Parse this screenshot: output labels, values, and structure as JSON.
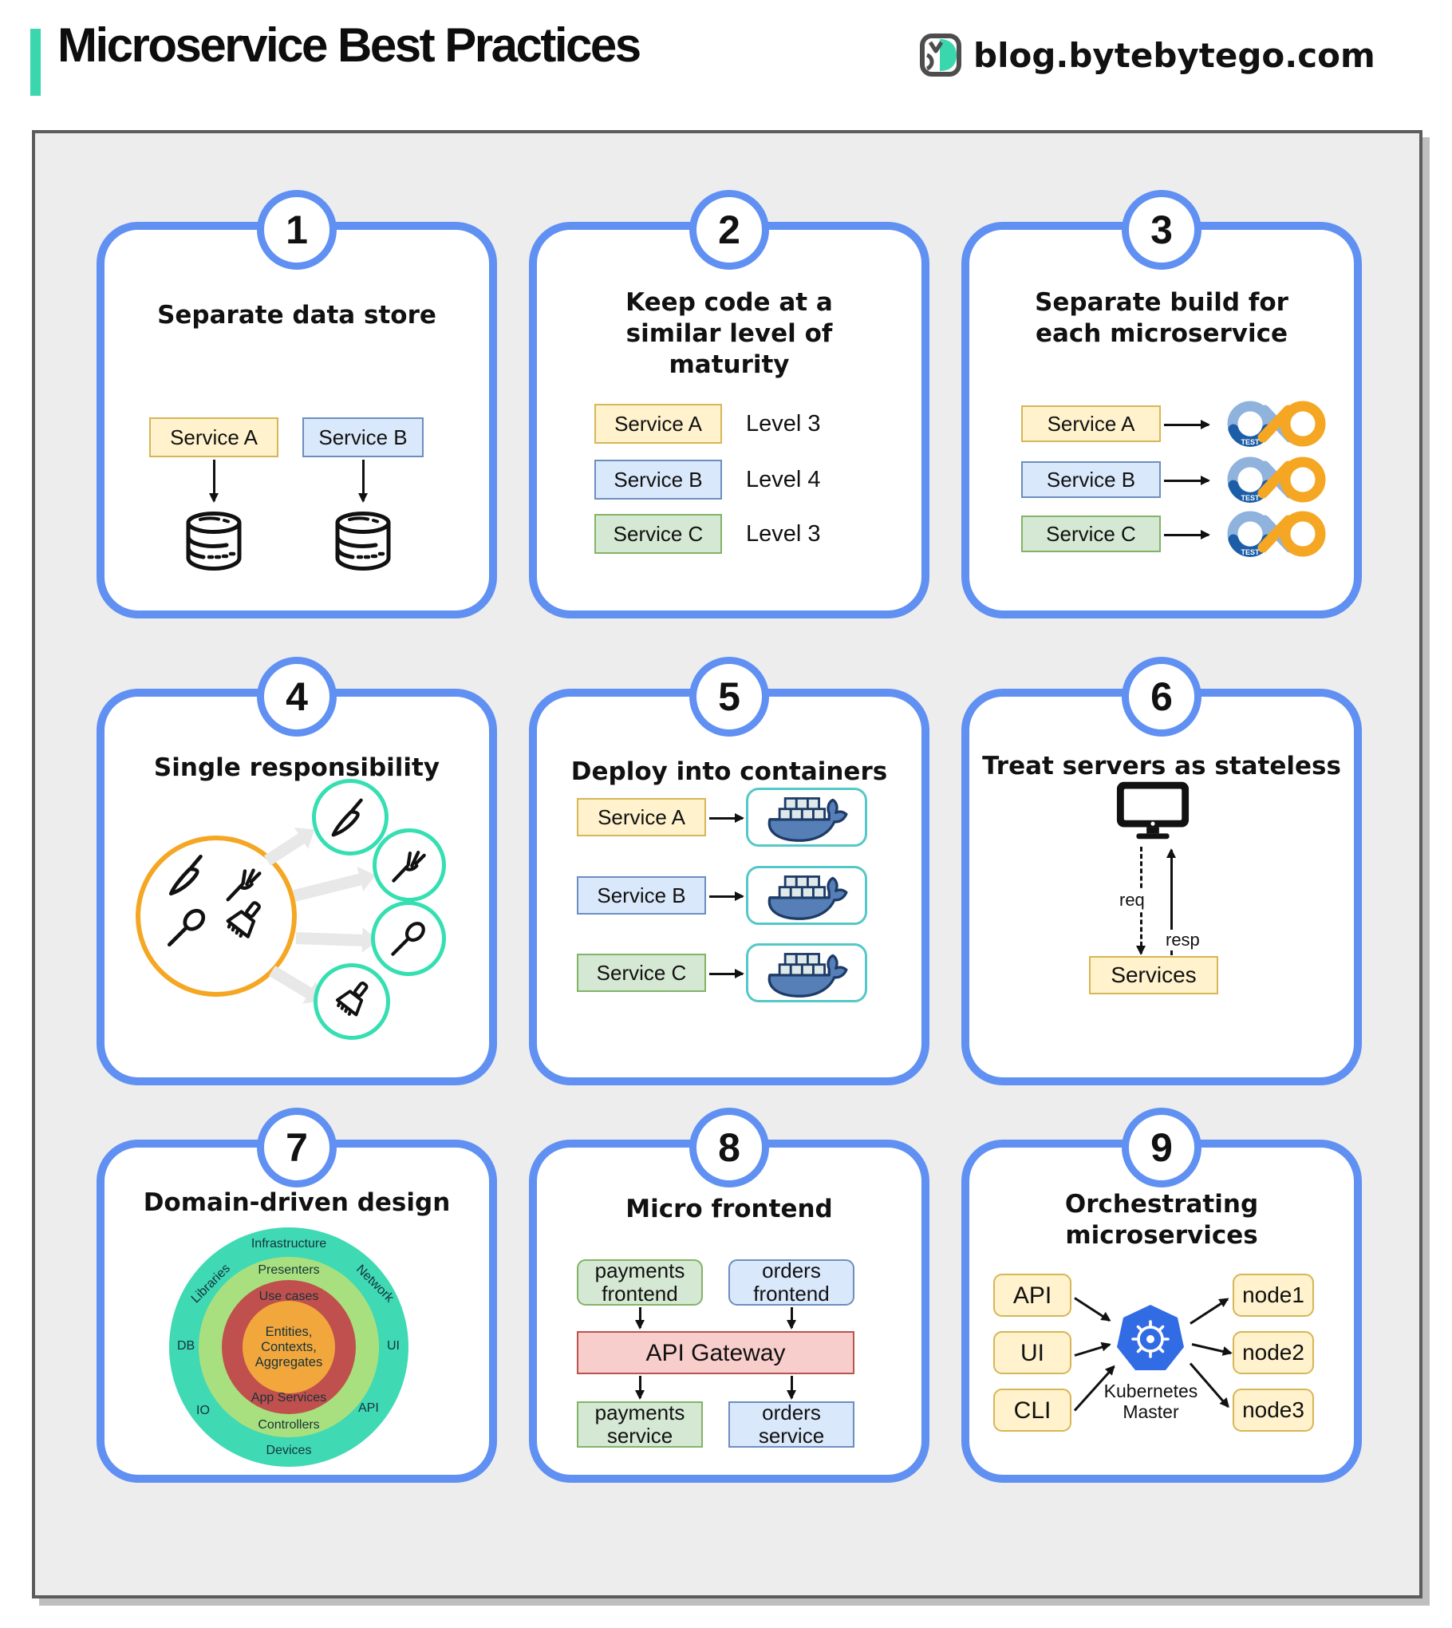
{
  "header": {
    "title": "Microservice Best Practices",
    "site": "blog.bytebytego.com"
  },
  "colors": {
    "accent": "#3ad6ad",
    "canvas_bg": "#ededee",
    "canvas_border": "#5c5c5c",
    "card_border": "#6090f2",
    "yellow_fill": "#fff2cc",
    "yellow_stroke": "#d6b656",
    "blue_fill": "#dae8fc",
    "blue_stroke": "#6c8ebf",
    "green_fill": "#d5e8d4",
    "green_stroke": "#82b366",
    "pink_fill": "#f8cecc",
    "pink_stroke": "#b85450",
    "teal_circle": "#35dfb2",
    "orange_circle": "#f5a623",
    "docker_border": "#54c8c8",
    "docker_blue": "#567fb7",
    "kubernetes_blue": "#326ce5",
    "ring_outer": "#3fd9b4",
    "ring_second": "#a9e07f",
    "ring_third": "#c0504d",
    "ring_center": "#f2a73d",
    "devops_light_blue": "#8fb3dd",
    "devops_dark_blue": "#1c5da8",
    "devops_orange": "#f5a623"
  },
  "icons": {
    "brand": "bytebytego-logo-icon",
    "database": "database-icon",
    "devops": "devops-infinity-icon",
    "docker": "docker-whale-icon",
    "monitor": "monitor-icon",
    "kubernetes": "kubernetes-wheel-icon",
    "knife": "knife-icon",
    "fork": "fork-icon",
    "spoon": "spoon-icon",
    "brush": "brush-icon"
  },
  "cards": [
    {
      "number": "1",
      "title": "Separate data store",
      "services": [
        {
          "label": "Service A"
        },
        {
          "label": "Service B"
        }
      ]
    },
    {
      "number": "2",
      "title": "Keep code at a similar level of maturity",
      "rows": [
        {
          "service": "Service A",
          "level": "Level 3"
        },
        {
          "service": "Service B",
          "level": "Level 4"
        },
        {
          "service": "Service C",
          "level": "Level 3"
        }
      ]
    },
    {
      "number": "3",
      "title": "Separate build for each microservice",
      "services": [
        {
          "label": "Service A"
        },
        {
          "label": "Service B"
        },
        {
          "label": "Service C"
        }
      ],
      "loop_label": "TEST"
    },
    {
      "number": "4",
      "title": "Single responsibility"
    },
    {
      "number": "5",
      "title": "Deploy into containers",
      "services": [
        {
          "label": "Service A"
        },
        {
          "label": "Service B"
        },
        {
          "label": "Service C"
        }
      ]
    },
    {
      "number": "6",
      "title": "Treat servers as stateless",
      "request_label": "req",
      "response_label": "resp",
      "services_label": "Services"
    },
    {
      "number": "7",
      "title": "Domain-driven design",
      "rings": {
        "outer_top": "Infrastructure",
        "outer_upper_left": "Libraries",
        "outer_upper_right": "Network",
        "outer_left": "DB",
        "outer_right": "UI",
        "outer_lower_left": "IO",
        "outer_lower_right": "API",
        "outer_bottom": "Devices",
        "ring2_top": "Presenters",
        "ring2_bottom": "Controllers",
        "ring3_top": "Use cases",
        "ring3_bottom": "App Services",
        "center": "Entities, Contexts, Aggregates"
      }
    },
    {
      "number": "8",
      "title": "Micro frontend",
      "nodes": {
        "payments_frontend": "payments frontend",
        "orders_frontend": "orders frontend",
        "gateway": "API Gateway",
        "payments_service": "payments service",
        "orders_service": "orders service"
      }
    },
    {
      "number": "9",
      "title": "Orchestrating microservices",
      "clients": [
        {
          "label": "API"
        },
        {
          "label": "UI"
        },
        {
          "label": "CLI"
        }
      ],
      "master": "Kubernetes Master",
      "nodes": [
        {
          "label": "node1"
        },
        {
          "label": "node2"
        },
        {
          "label": "node3"
        }
      ]
    }
  ]
}
